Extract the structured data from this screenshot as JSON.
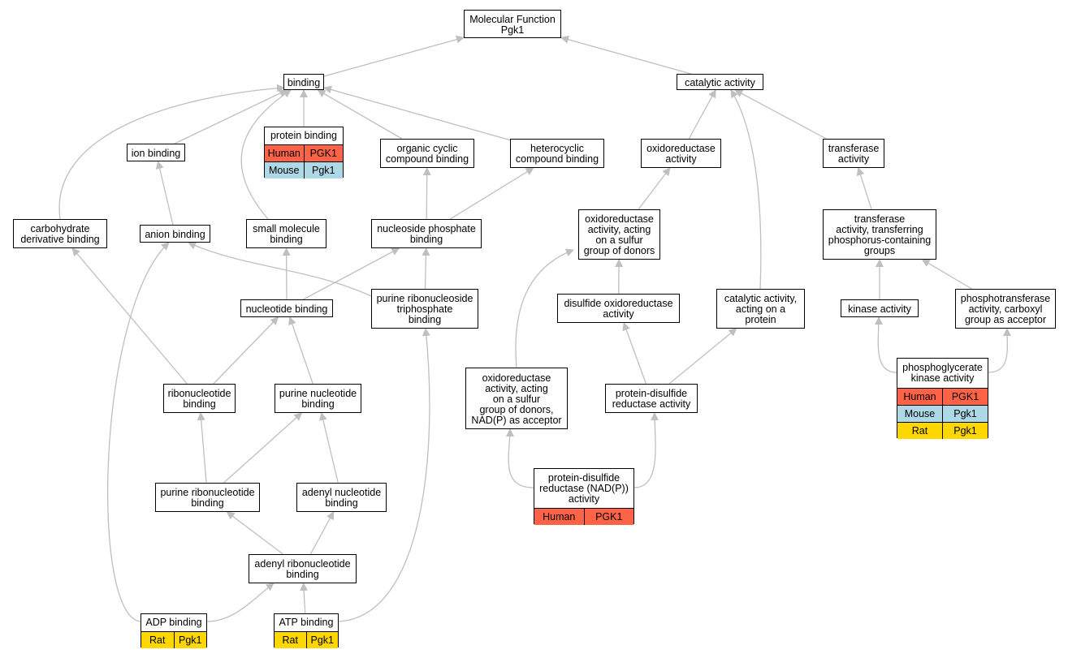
{
  "diagram": {
    "nodes": [
      {
        "id": "mf",
        "label": "Molecular Function\nPgk1"
      },
      {
        "id": "binding",
        "label": "binding"
      },
      {
        "id": "catalytic",
        "label": "catalytic activity"
      },
      {
        "id": "ion",
        "label": "ion binding"
      },
      {
        "id": "protein_binding",
        "label": "protein binding",
        "rows": [
          {
            "species": "Human",
            "gene": "PGK1",
            "color": "#ff6347"
          },
          {
            "species": "Mouse",
            "gene": "Pgk1",
            "color": "#add8e6"
          }
        ]
      },
      {
        "id": "organic_cyclic",
        "label": "organic cyclic\ncompound binding"
      },
      {
        "id": "heterocyclic",
        "label": "heterocyclic\ncompound binding"
      },
      {
        "id": "oxidoreductase",
        "label": "oxidoreductase\nactivity"
      },
      {
        "id": "transferase",
        "label": "transferase\nactivity"
      },
      {
        "id": "carbohydrate",
        "label": "carbohydrate\nderivative binding"
      },
      {
        "id": "anion",
        "label": "anion binding"
      },
      {
        "id": "small_molecule",
        "label": "small molecule\nbinding"
      },
      {
        "id": "nucleoside_phosphate",
        "label": "nucleoside phosphate\nbinding"
      },
      {
        "id": "oxido_sulfur",
        "label": "oxidoreductase\nactivity, acting\non a sulfur\ngroup of donors"
      },
      {
        "id": "transferase_phos",
        "label": "transferase\nactivity, transferring\nphosphorus-containing\ngroups"
      },
      {
        "id": "nucleotide",
        "label": "nucleotide binding"
      },
      {
        "id": "purine_rnt",
        "label": "purine ribonucleoside\ntriphosphate\nbinding"
      },
      {
        "id": "disulfide_ox",
        "label": "disulfide oxidoreductase\nactivity"
      },
      {
        "id": "catalytic_protein",
        "label": "catalytic activity,\nacting on a\nprotein"
      },
      {
        "id": "kinase",
        "label": "kinase activity"
      },
      {
        "id": "phosphotransferase",
        "label": "phosphotransferase\nactivity, carboxyl\ngroup as acceptor"
      },
      {
        "id": "ribonucleotide",
        "label": "ribonucleotide\nbinding"
      },
      {
        "id": "purine_nt",
        "label": "purine nucleotide\nbinding"
      },
      {
        "id": "oxido_nadp",
        "label": "oxidoreductase\nactivity, acting\non a sulfur\ngroup of donors,\nNAD(P) as acceptor"
      },
      {
        "id": "pdi",
        "label": "protein-disulfide\nreductase activity"
      },
      {
        "id": "pgk",
        "label": "phosphoglycerate\nkinase activity",
        "rows": [
          {
            "species": "Human",
            "gene": "PGK1",
            "color": "#ff6347"
          },
          {
            "species": "Mouse",
            "gene": "Pgk1",
            "color": "#add8e6"
          },
          {
            "species": "Rat",
            "gene": "Pgk1",
            "color": "#ffd700"
          }
        ]
      },
      {
        "id": "purine_ribonucleotide",
        "label": "purine ribonucleotide\nbinding"
      },
      {
        "id": "adenyl_nt",
        "label": "adenyl nucleotide\nbinding"
      },
      {
        "id": "pdi_nadp",
        "label": "protein-disulfide\nreductase (NAD(P))\nactivity",
        "rows": [
          {
            "species": "Human",
            "gene": "PGK1",
            "color": "#ff6347"
          }
        ]
      },
      {
        "id": "adenyl_rnt",
        "label": "adenyl ribonucleotide\nbinding"
      },
      {
        "id": "adp",
        "label": "ADP binding",
        "rows": [
          {
            "species": "Rat",
            "gene": "Pgk1",
            "color": "#ffd700"
          }
        ]
      },
      {
        "id": "atp",
        "label": "ATP binding",
        "rows": [
          {
            "species": "Rat",
            "gene": "Pgk1",
            "color": "#ffd700"
          }
        ]
      }
    ],
    "edges": [
      [
        "binding",
        "mf"
      ],
      [
        "catalytic",
        "mf"
      ],
      [
        "ion",
        "binding"
      ],
      [
        "protein_binding",
        "binding"
      ],
      [
        "organic_cyclic",
        "binding"
      ],
      [
        "heterocyclic",
        "binding"
      ],
      [
        "carbohydrate",
        "binding"
      ],
      [
        "small_molecule",
        "binding"
      ],
      [
        "oxidoreductase",
        "catalytic"
      ],
      [
        "transferase",
        "catalytic"
      ],
      [
        "catalytic_protein",
        "catalytic"
      ],
      [
        "anion",
        "ion"
      ],
      [
        "nucleoside_phosphate",
        "organic_cyclic"
      ],
      [
        "nucleoside_phosphate",
        "heterocyclic"
      ],
      [
        "oxido_sulfur",
        "oxidoreductase"
      ],
      [
        "transferase_phos",
        "transferase"
      ],
      [
        "nucleotide",
        "small_molecule"
      ],
      [
        "nucleotide",
        "nucleoside_phosphate"
      ],
      [
        "purine_rnt",
        "anion"
      ],
      [
        "purine_rnt",
        "nucleoside_phosphate"
      ],
      [
        "disulfide_ox",
        "oxido_sulfur"
      ],
      [
        "kinase",
        "transferase_phos"
      ],
      [
        "phosphotransferase",
        "transferase_phos"
      ],
      [
        "ribonucleotide",
        "carbohydrate"
      ],
      [
        "ribonucleotide",
        "nucleotide"
      ],
      [
        "purine_nt",
        "nucleotide"
      ],
      [
        "oxido_nadp",
        "oxido_sulfur"
      ],
      [
        "pdi",
        "disulfide_ox"
      ],
      [
        "pdi",
        "catalytic_protein"
      ],
      [
        "pgk",
        "kinase"
      ],
      [
        "pgk",
        "phosphotransferase"
      ],
      [
        "purine_ribonucleotide",
        "ribonucleotide"
      ],
      [
        "purine_ribonucleotide",
        "purine_nt"
      ],
      [
        "adenyl_nt",
        "purine_nt"
      ],
      [
        "pdi_nadp",
        "oxido_nadp"
      ],
      [
        "pdi_nadp",
        "pdi"
      ],
      [
        "adenyl_rnt",
        "purine_ribonucleotide"
      ],
      [
        "adenyl_rnt",
        "adenyl_nt"
      ],
      [
        "adp",
        "anion"
      ],
      [
        "adp",
        "adenyl_rnt"
      ],
      [
        "atp",
        "adenyl_rnt"
      ],
      [
        "atp",
        "purine_rnt"
      ]
    ]
  }
}
